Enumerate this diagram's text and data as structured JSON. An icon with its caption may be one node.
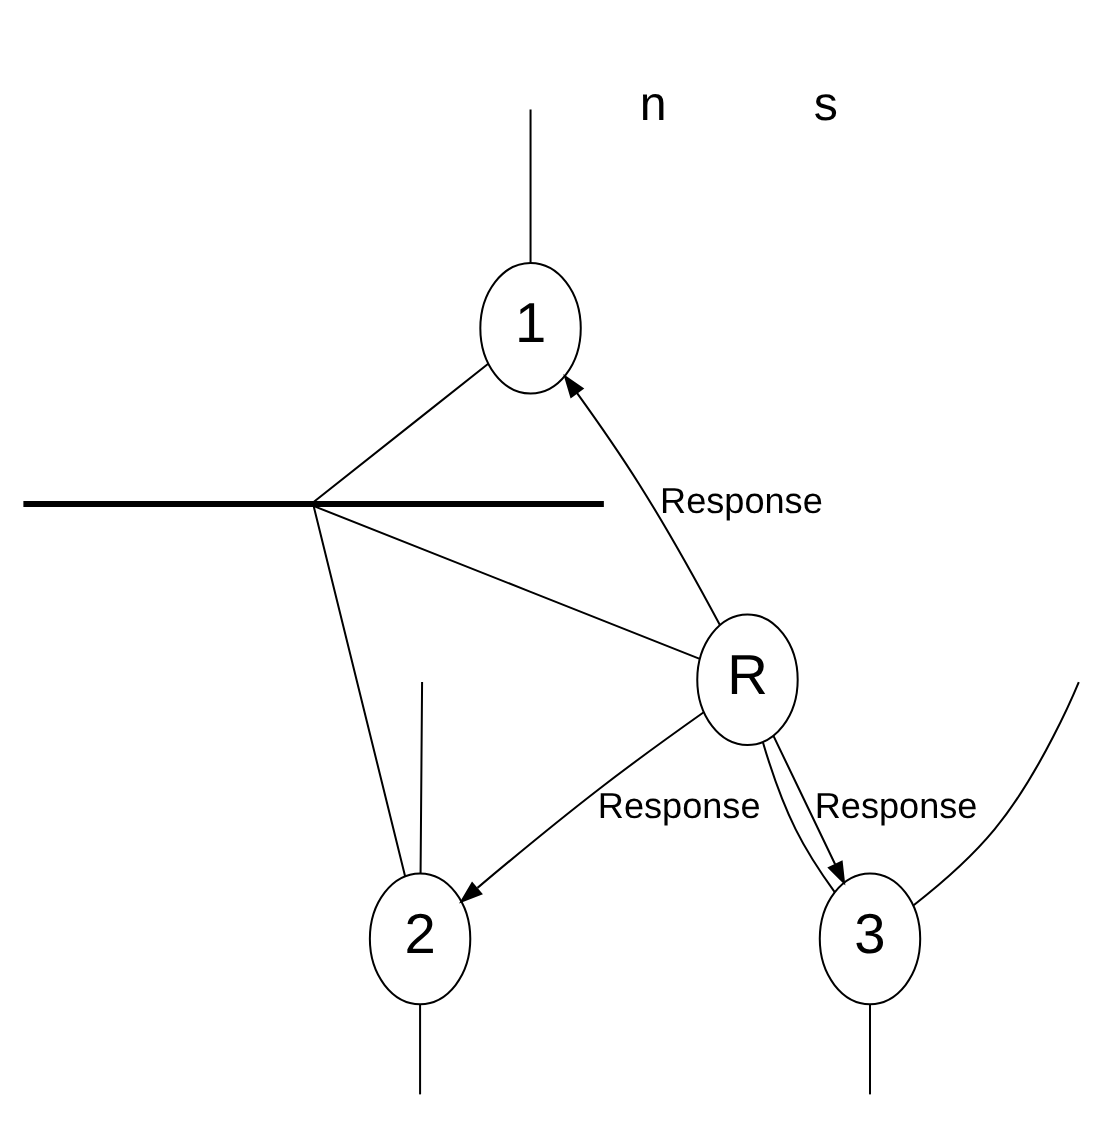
{
  "diagram": {
    "nodes": [
      {
        "text": [
          "1"
        ]
      },
      {
        "text": [
          "2"
        ]
      },
      {
        "text": [],
        "shape": "bar"
      },
      {
        "text": [
          "R"
        ]
      },
      {
        "text": [
          "3"
        ]
      }
    ],
    "edges": [
      {
        "from": null,
        "to": 0,
        "arrow": "none"
      },
      {
        "from": null,
        "to": 1,
        "arrow": "none"
      },
      {
        "from": 1,
        "to": null,
        "arrow": "none"
      },
      {
        "from": 0,
        "to": 2,
        "arrow": "none"
      },
      {
        "from": 1,
        "to": 2,
        "arrow": "none"
      },
      {
        "from": 2,
        "to": 3,
        "arrow": "none"
      },
      {
        "from": 3,
        "to": 0,
        "arrow": "to",
        "label": "Response"
      },
      {
        "from": 3,
        "to": 1,
        "arrow": "to",
        "label": "Response"
      },
      {
        "from": 3,
        "to": 4,
        "arrow": "none"
      },
      {
        "from": 3,
        "to": 4,
        "arrow": "to",
        "label": "Response"
      },
      {
        "from": 4,
        "to": null,
        "arrow": "none"
      },
      {
        "from": null,
        "to": 4,
        "arrow": "none"
      }
    ],
    "labels": [
      "n",
      "s"
    ]
  }
}
